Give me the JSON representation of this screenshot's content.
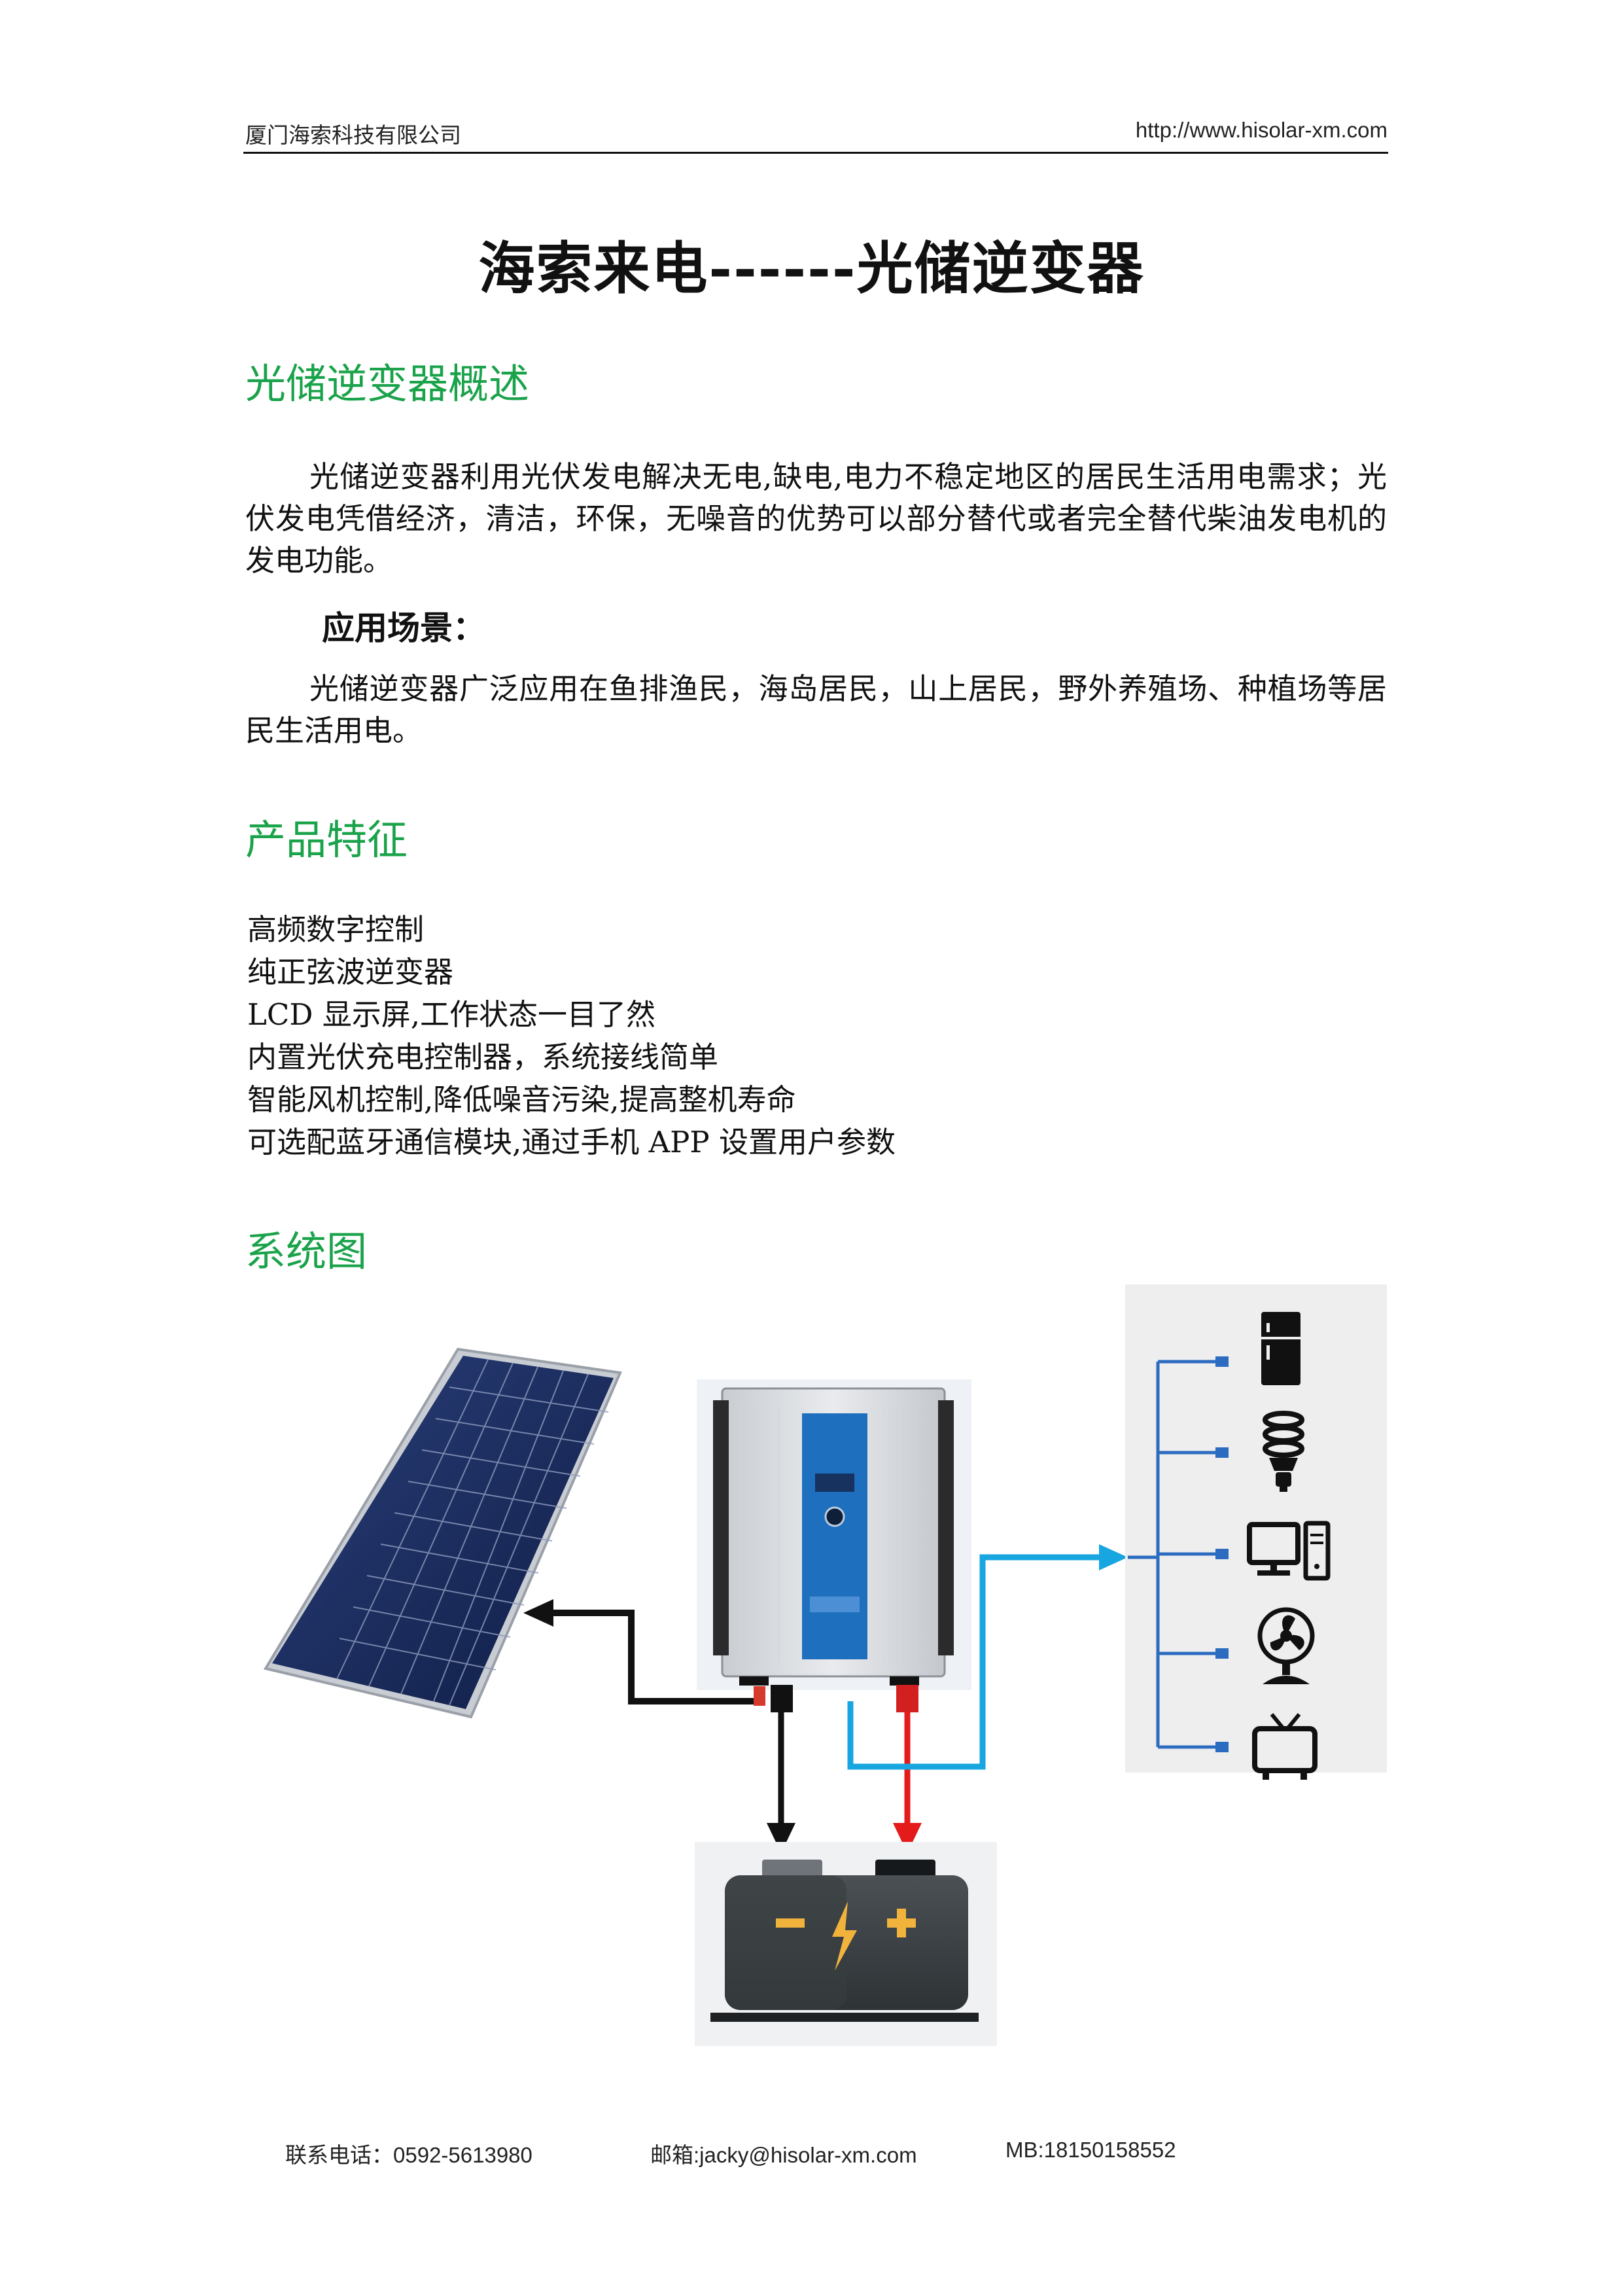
{
  "header": {
    "company": "厦门海索科技有限公司",
    "url": "http://www.hisolar-xm.com"
  },
  "title": "海索来电------光储逆变器",
  "overview": {
    "heading": "光储逆变器概述",
    "paragraph": "光储逆变器利用光伏发电解决无电,缺电,电力不稳定地区的居民生活用电需求；光伏发电凭借经济，清洁，环保，无噪音的优势可以部分替代或者完全替代柴油发电机的发电功能。",
    "application_heading": "应用场景：",
    "application_paragraph": "光储逆变器广泛应用在鱼排渔民，海岛居民，山上居民，野外养殖场、种植场等居民生活用电。"
  },
  "features": {
    "heading": "产品特征",
    "items": [
      "高频数字控制",
      "纯正弦波逆变器",
      "LCD 显示屏,工作状态一目了然",
      "内置光伏充电控制器，系统接线简单",
      "智能风机控制,降低噪音污染,提高整机寿命",
      "可选配蓝牙通信模块,通过手机 APP 设置用户参数"
    ]
  },
  "system": {
    "heading": "系统图",
    "loads": [
      "fridge-icon",
      "bulb-icon",
      "computer-icon",
      "fan-icon",
      "tv-icon"
    ],
    "colors": {
      "ac_line": "#17a6e0",
      "negative": "#111111",
      "positive": "#e31b1b",
      "inverter_panel": "#1f6fbf",
      "battery_symbol": "#f2b33d"
    }
  },
  "footer": {
    "phone": "联系电话：0592-5613980",
    "email": "邮箱:jacky@hisolar-xm.com",
    "mobile": "MB:18150158552"
  }
}
